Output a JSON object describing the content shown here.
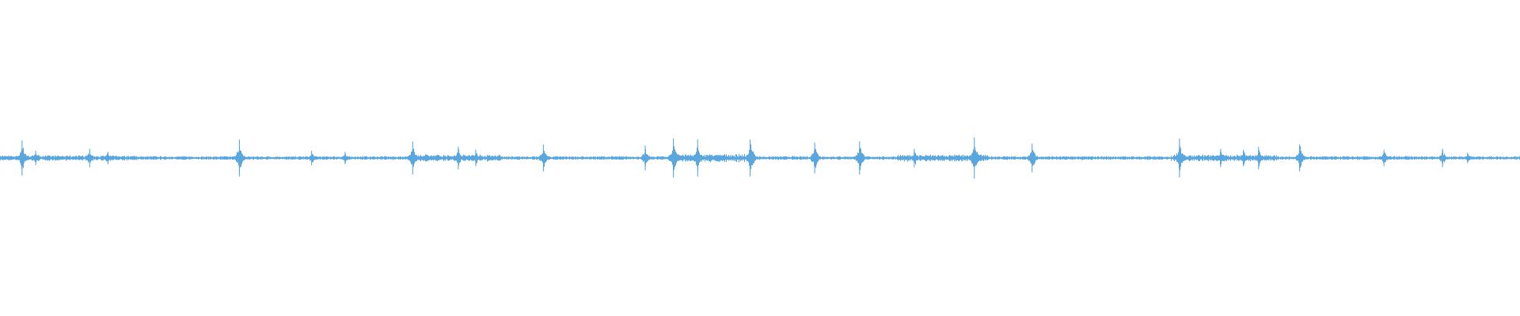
{
  "waveform": {
    "color": "#5aa7e0",
    "background": "#ffffff",
    "peaks": [
      {
        "pos": 0.0145,
        "amp": 0.85
      },
      {
        "pos": 0.0235,
        "amp": 0.35
      },
      {
        "pos": 0.059,
        "amp": 0.45
      },
      {
        "pos": 0.071,
        "amp": 0.3
      },
      {
        "pos": 0.1575,
        "amp": 0.9
      },
      {
        "pos": 0.205,
        "amp": 0.35
      },
      {
        "pos": 0.227,
        "amp": 0.3
      },
      {
        "pos": 0.2715,
        "amp": 0.8
      },
      {
        "pos": 0.3015,
        "amp": 0.55
      },
      {
        "pos": 0.313,
        "amp": 0.4
      },
      {
        "pos": 0.3575,
        "amp": 0.65
      },
      {
        "pos": 0.4245,
        "amp": 0.6
      },
      {
        "pos": 0.443,
        "amp": 0.95
      },
      {
        "pos": 0.459,
        "amp": 0.9
      },
      {
        "pos": 0.4935,
        "amp": 0.9
      },
      {
        "pos": 0.536,
        "amp": 0.75
      },
      {
        "pos": 0.5655,
        "amp": 0.8
      },
      {
        "pos": 0.6015,
        "amp": 0.45
      },
      {
        "pos": 0.641,
        "amp": 1.0
      },
      {
        "pos": 0.679,
        "amp": 0.7
      },
      {
        "pos": 0.776,
        "amp": 0.95
      },
      {
        "pos": 0.803,
        "amp": 0.45
      },
      {
        "pos": 0.818,
        "amp": 0.4
      },
      {
        "pos": 0.828,
        "amp": 0.55
      },
      {
        "pos": 0.855,
        "amp": 0.65
      },
      {
        "pos": 0.9105,
        "amp": 0.4
      },
      {
        "pos": 0.949,
        "amp": 0.45
      },
      {
        "pos": 0.9655,
        "amp": 0.25
      }
    ],
    "dense_regions": [
      {
        "start": 0.0,
        "end": 0.09,
        "level": 0.12
      },
      {
        "start": 0.27,
        "end": 0.33,
        "level": 0.15
      },
      {
        "start": 0.44,
        "end": 0.49,
        "level": 0.18
      },
      {
        "start": 0.59,
        "end": 0.65,
        "level": 0.15
      },
      {
        "start": 0.77,
        "end": 0.84,
        "level": 0.15
      }
    ]
  }
}
